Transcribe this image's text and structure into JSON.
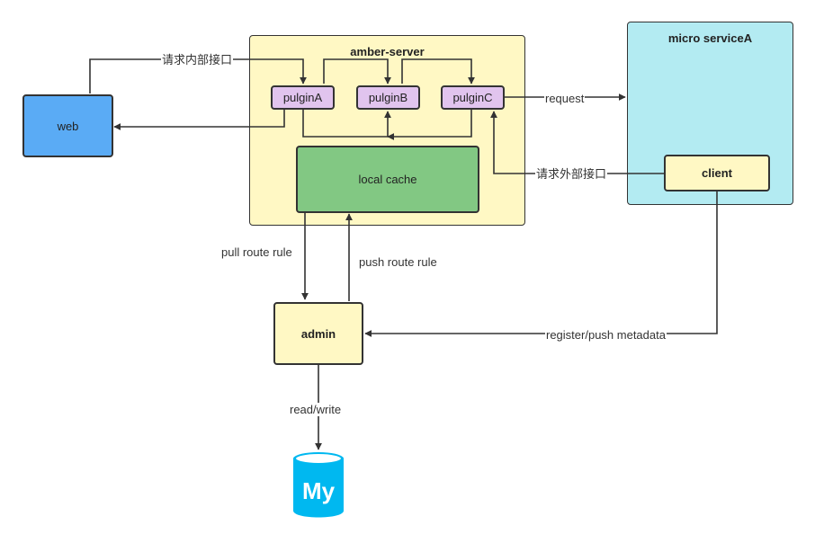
{
  "colors": {
    "amber_server_fill": "#fff8c4",
    "microservice_fill": "#b3ebf2",
    "web_fill": "#5aabf5",
    "plugin_fill": "#e1c4ee",
    "cache_fill": "#82c883",
    "admin_fill": "#fff8c4",
    "client_fill": "#fff8c4",
    "mysql_color": "#00b8f0",
    "stroke": "#333333"
  },
  "nodes": {
    "amber_server": {
      "title": "amber-server"
    },
    "micro_service": {
      "title": "micro serviceA"
    },
    "web": {
      "label": "web"
    },
    "plugin_a": {
      "label": "pulginA"
    },
    "plugin_b": {
      "label": "pulginB"
    },
    "plugin_c": {
      "label": "pulginC"
    },
    "local_cache": {
      "label": "local cache"
    },
    "client": {
      "label": "client"
    },
    "admin": {
      "label": "admin"
    },
    "mysql": {
      "label": "My",
      "icon": "mysql-database-icon"
    }
  },
  "edges": {
    "internal_api": "请求内部接口",
    "external_api": "请求外部接口",
    "request": "request",
    "pull_route_rule": "pull route rule",
    "push_route_rule": "push route rule",
    "register_push_metadata": "register/push metadata",
    "read_write": "read/write"
  }
}
